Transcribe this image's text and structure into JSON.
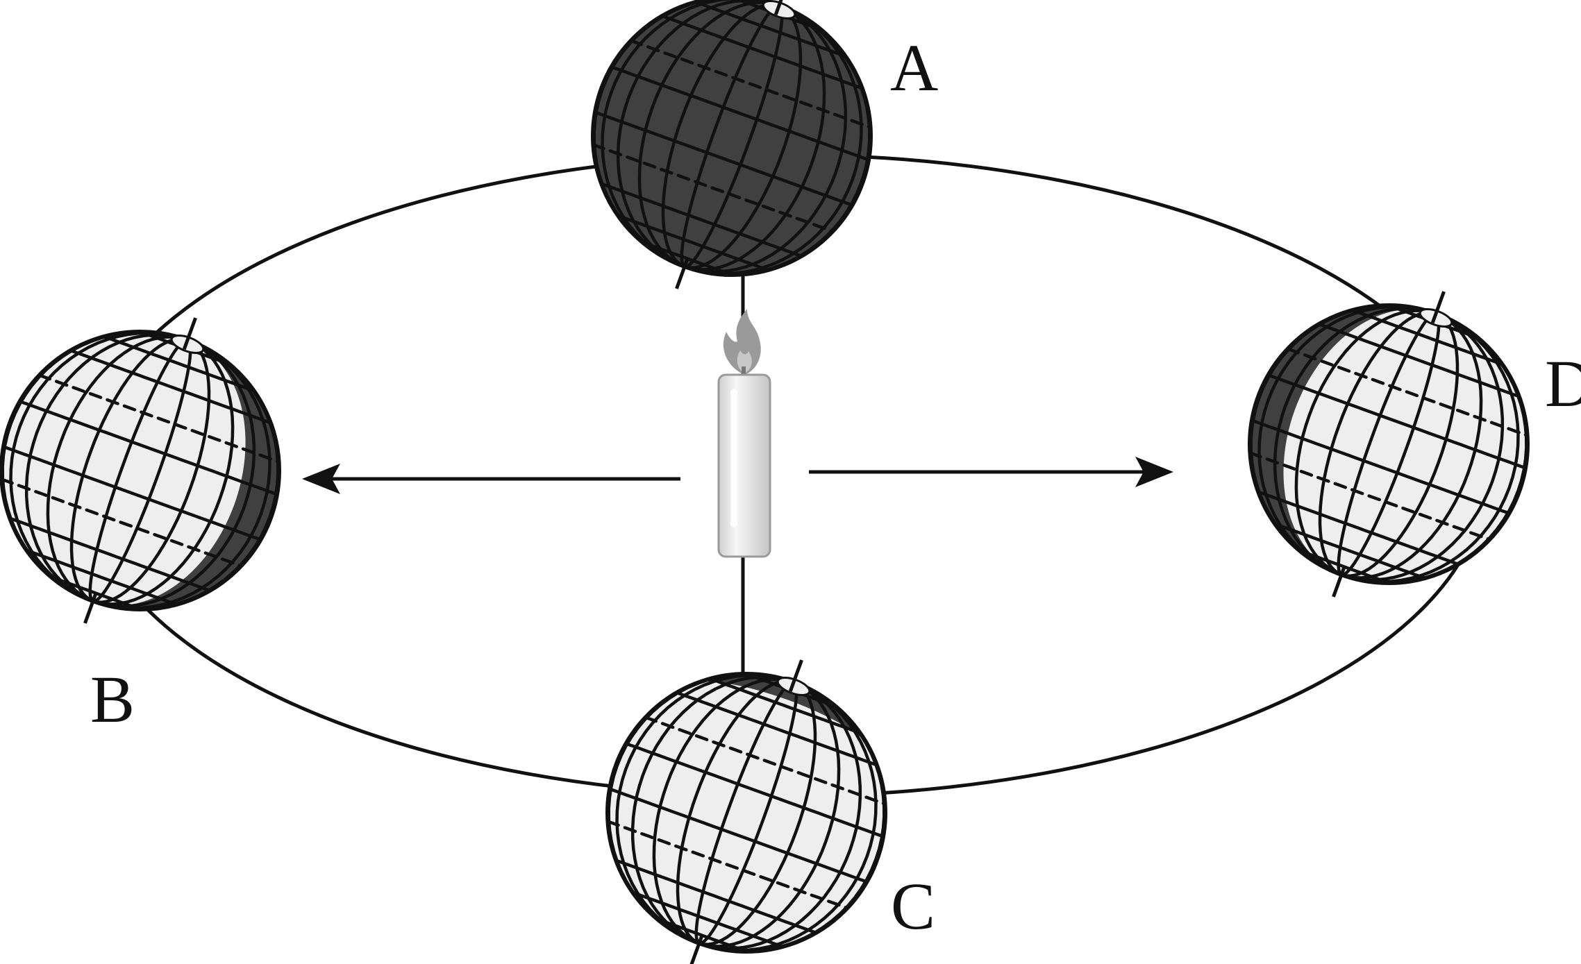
{
  "labels": {
    "a": "A",
    "b": "B",
    "c": "C",
    "d": "D"
  },
  "globes": [
    {
      "id": "a",
      "lit_from": 1.0
    },
    {
      "id": "b",
      "lit_from": 0.28
    },
    {
      "id": "c",
      "lit_from": -1.0
    },
    {
      "id": "d",
      "lit_from": -0.28
    }
  ],
  "colors": {
    "dark": "#404040",
    "light": "#eeeeee",
    "line": "#111111",
    "candle": "#e4e4e4",
    "flame": "#9a9a9a"
  },
  "icons": {
    "center": "candle-icon"
  }
}
